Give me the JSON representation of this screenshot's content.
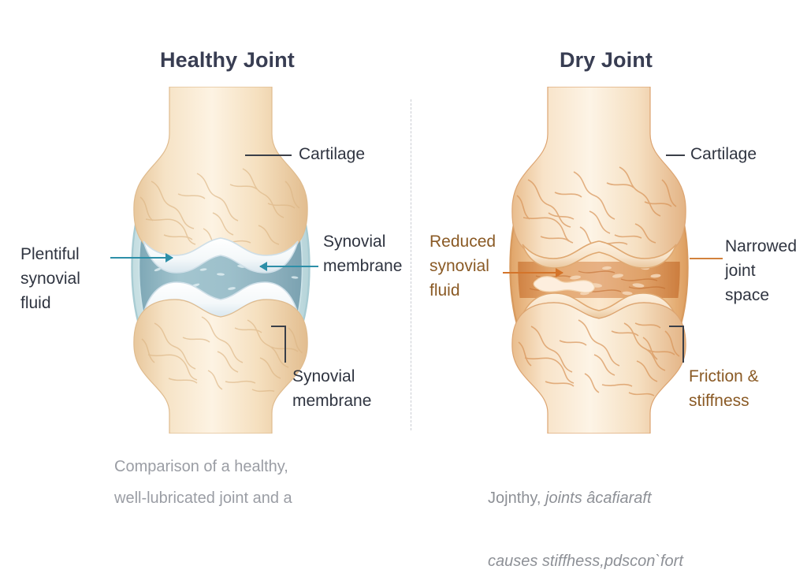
{
  "panels": {
    "left": {
      "title": "Healthy Joint",
      "caption": "Comparison of a healthy,\nwell-lubricated joint and a",
      "labels": {
        "cartilage": "Cartilage",
        "plentiful_fluid": "Plentiful\nsynovial\nfluid",
        "synovial_membrane_right": "Synovial\nmembrane",
        "synovial_membrane_bottom": "Synovial\nmembrane"
      }
    },
    "right": {
      "title": "Dry Joint",
      "caption_line1_a": "Jojnthy, ",
      "caption_line1_b": "joints âcafiaraft",
      "caption_line2": "causes stiffhess,pdscon`fort",
      "labels": {
        "cartilage": "Cartilage",
        "reduced_fluid": "Reduced\nsynovial\nfluid",
        "narrowed_space": "Narrowed\njoint\nspace",
        "friction": "Friction &\nstiffness"
      }
    }
  },
  "colors": {
    "title": "#383d52",
    "label_dark": "#2f3440",
    "label_amber": "#8a5a25",
    "arrow_teal": "#2d8fa8",
    "arrow_orange": "#d4742a",
    "synovial_fluid": "#8fb8c4",
    "bone": "#f5e0c0",
    "cartilage": "#ffffff",
    "dry_joint_space": "#d98b4e",
    "divider": "#c9ccd2",
    "caption": "#9a9da4",
    "background": "#ffffff"
  },
  "icons": {
    "divider": "vertical-dashed-divider",
    "healthy_joint": "healthy-knee-joint-illustration",
    "dry_joint": "dry-knee-joint-illustration"
  }
}
